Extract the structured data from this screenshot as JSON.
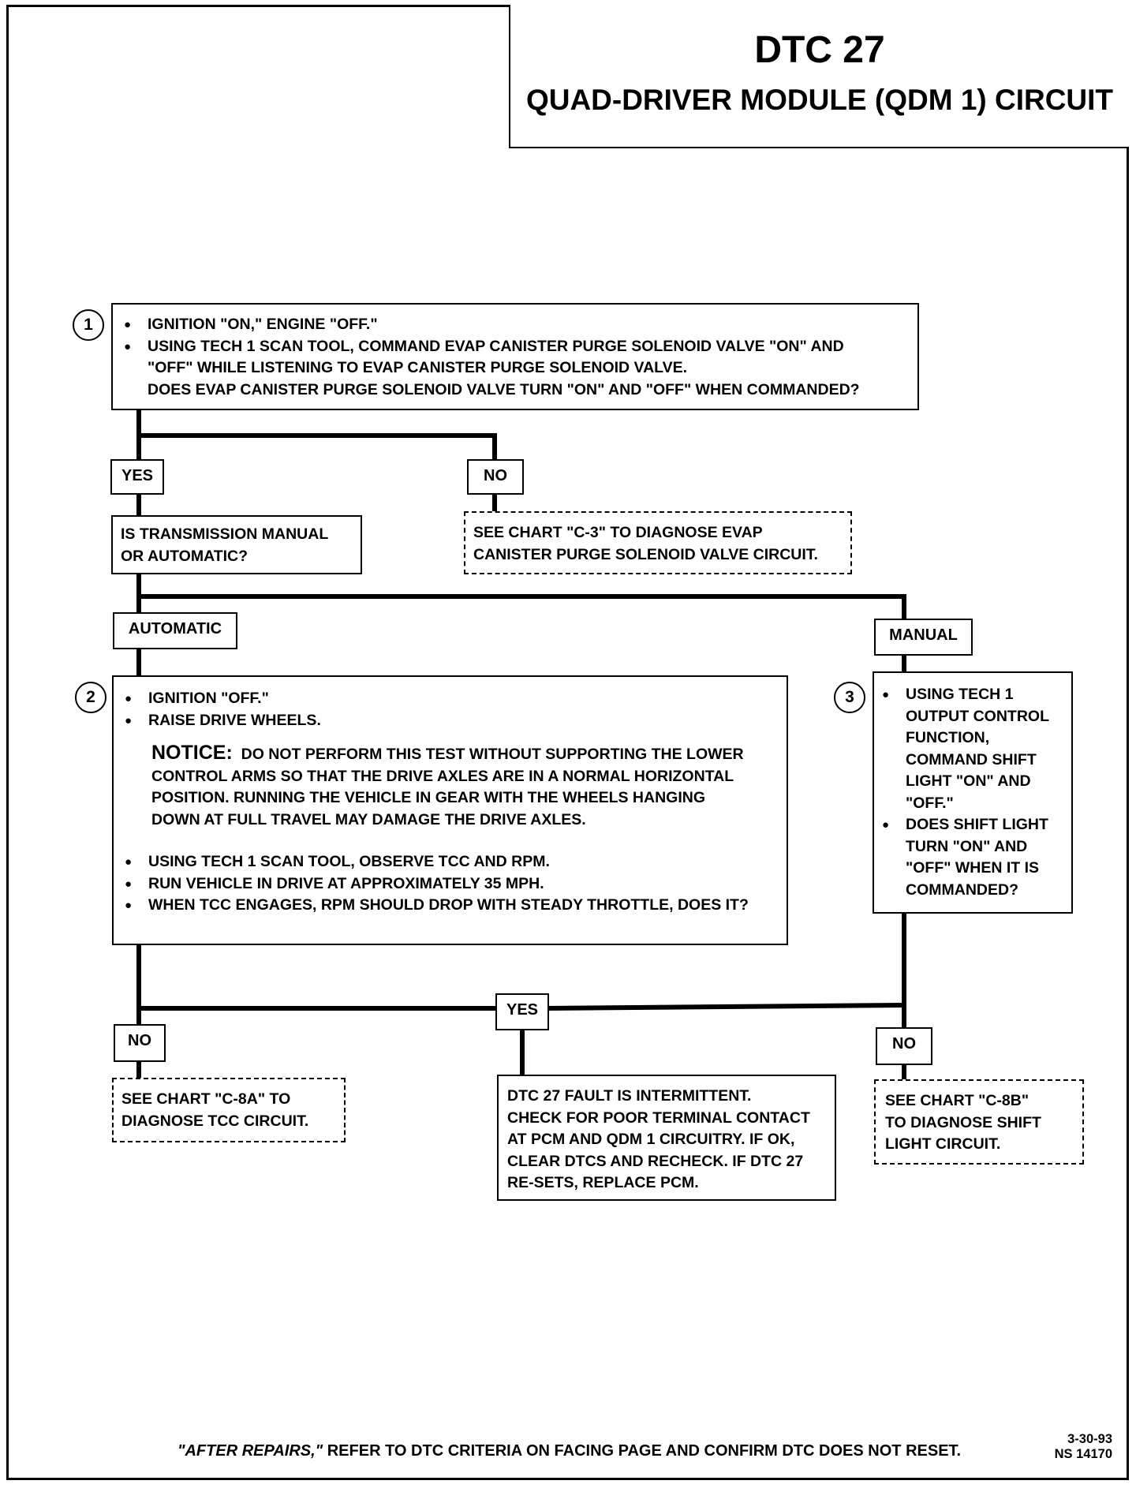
{
  "title": {
    "code": "DTC 27",
    "name": "QUAD-DRIVER MODULE (QDM 1) CIRCUIT"
  },
  "steps": {
    "s1": {
      "number": "1",
      "bullet1": "IGNITION \"ON,\" ENGINE \"OFF.\"",
      "bullet2": "USING TECH 1 SCAN TOOL, COMMAND EVAP CANISTER PURGE SOLENOID VALVE \"ON\" AND",
      "line2": "\"OFF\" WHILE LISTENING TO EVAP CANISTER PURGE SOLENOID VALVE.",
      "line3": "DOES EVAP CANISTER PURGE SOLENOID VALVE TURN \"ON\" AND \"OFF\" WHEN COMMANDED?"
    },
    "s1_yes": "YES",
    "s1_no": "NO",
    "trans_question": [
      "IS TRANSMISSION MANUAL",
      "OR AUTOMATIC?"
    ],
    "chart_c3": [
      "SEE CHART \"C-3\"  TO DIAGNOSE EVAP",
      "CANISTER PURGE SOLENOID VALVE CIRCUIT."
    ],
    "automatic": "AUTOMATIC",
    "manual": "MANUAL",
    "s2": {
      "number": "2",
      "bullet1": "IGNITION \"OFF.\"",
      "bullet2": "RAISE DRIVE WHEELS.",
      "notice_head": "NOTICE:",
      "notice_lines": [
        "DO NOT PERFORM THIS TEST WITHOUT SUPPORTING THE LOWER",
        "CONTROL ARMS SO THAT THE DRIVE AXLES ARE IN A NORMAL HORIZONTAL",
        "POSITION.  RUNNING THE VEHICLE IN GEAR WITH THE WHEELS HANGING",
        "DOWN AT FULL TRAVEL MAY DAMAGE THE DRIVE AXLES."
      ],
      "bullet3": "USING TECH 1 SCAN TOOL, OBSERVE TCC AND RPM.",
      "bullet4": "RUN VEHICLE IN DRIVE AT APPROXIMATELY 35 MPH.",
      "bullet5": "WHEN TCC ENGAGES, RPM SHOULD DROP WITH STEADY THROTTLE, DOES IT?"
    },
    "s3": {
      "number": "3",
      "bullet1_lines": [
        "USING TECH 1",
        "OUTPUT CONTROL",
        "FUNCTION,",
        "COMMAND SHIFT",
        "LIGHT \"ON\" AND",
        "\"OFF.\""
      ],
      "bullet2_lines": [
        "DOES SHIFT LIGHT",
        "TURN \"ON\" AND",
        "\"OFF\" WHEN IT IS",
        "COMMANDED?"
      ]
    },
    "no_left": "NO",
    "yes_mid": "YES",
    "no_right": "NO",
    "chart_c8a": [
      "SEE CHART \"C-8A\" TO",
      "DIAGNOSE TCC CIRCUIT."
    ],
    "intermittent": [
      "DTC 27 FAULT IS INTERMITTENT.",
      "CHECK FOR POOR TERMINAL CONTACT",
      "AT PCM AND QDM 1 CIRCUITRY.  IF OK,",
      "CLEAR DTCs AND RECHECK.  IF DTC 27",
      "RE-SETS, REPLACE PCM."
    ],
    "chart_c8b": [
      "SEE  CHART \"C-8B\"",
      "TO DIAGNOSE SHIFT",
      "LIGHT CIRCUIT."
    ]
  },
  "footer": {
    "after_repairs": "\"AFTER REPAIRS,\"",
    "text": " REFER TO DTC CRITERIA ON FACING PAGE AND CONFIRM DTC DOES NOT RESET.",
    "date": "3-30-93",
    "code": "NS 14170"
  }
}
